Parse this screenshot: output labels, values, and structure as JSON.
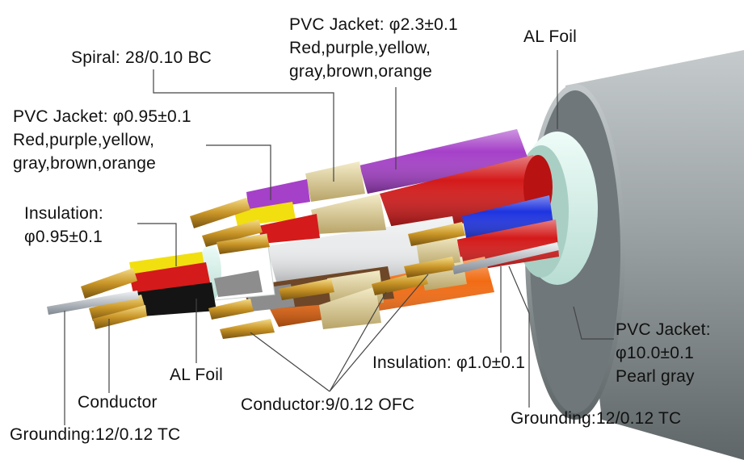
{
  "labels": {
    "spiral": "Spiral: 28/0.10 BC",
    "pvc_outer_core": [
      "PVC Jacket: φ2.3±0.1",
      "Red,purple,yellow,",
      "gray,brown,orange"
    ],
    "al_foil_outer": "AL Foil",
    "pvc_inner_core": [
      "PVC Jacket: φ0.95±0.1",
      "Red,purple,yellow,",
      "gray,brown,orange"
    ],
    "insulation_small": [
      "Insulation:",
      "φ0.95±0.1"
    ],
    "al_foil_inner": "AL Foil",
    "conductor": "Conductor",
    "grounding_left": "Grounding:12/0.12 TC",
    "conductor_ofc": "Conductor:9/0.12 OFC",
    "insulation_large": "Insulation:  φ1.0±0.1",
    "grounding_right": "Grounding:12/0.12 TC",
    "outer_jacket": [
      "PVC Jacket:",
      "φ10.0±0.1",
      "Pearl gray"
    ]
  },
  "colors": {
    "jacket": "#8c9496",
    "foil": "#d8f1ea",
    "red": "#d41a1a",
    "purple": "#a540c8",
    "yellow": "#f1df10",
    "gray": "#8d8d8d",
    "brown": "#6e4728",
    "orange": "#f26b12",
    "blue": "#1e33e0",
    "black": "#141414",
    "gold_wire": "#d4a83a",
    "spiral_shield": "#e3d5a1",
    "leader_line": "#444444"
  }
}
